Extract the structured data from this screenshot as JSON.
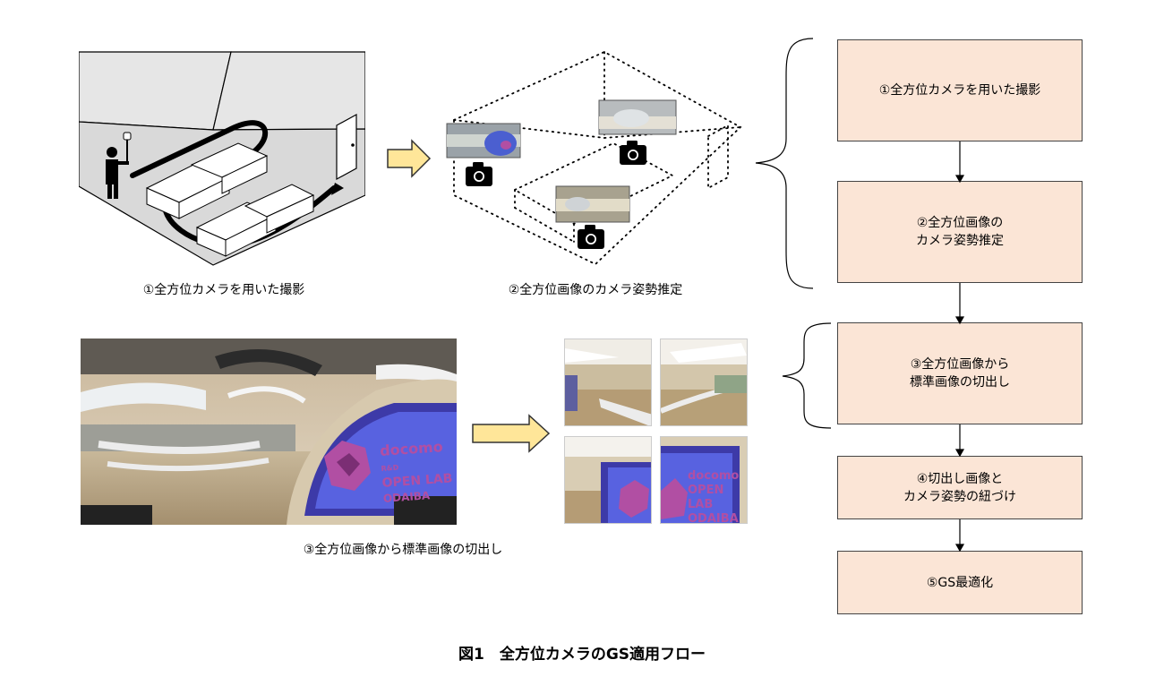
{
  "colors": {
    "step_fill": "#fbe5d6",
    "step_border": "#444444",
    "arrow_fill": "#ffe699",
    "arrow_stroke": "#333333",
    "panel_purple": "#b14fa3"
  },
  "captions": {
    "capture": "①全方位カメラを用いた撮影",
    "pose": "②全方位画像のカメラ姿勢推定",
    "crop": "③全方位画像から標準画像の切出し"
  },
  "steps": [
    {
      "label": "①全方位カメラを用いた撮影"
    },
    {
      "label": "②全方位画像の\nカメラ姿勢推定"
    },
    {
      "label": "③全方位画像から\n標準画像の切出し"
    },
    {
      "label": "④切出し画像と\nカメラ姿勢の紐づけ"
    },
    {
      "label": "⑤GS最適化"
    }
  ],
  "screen_text": {
    "line1": "docomo",
    "line1_suffix": "R&D",
    "line2": "OPEN LAB",
    "line3": "ODAIBA"
  },
  "figure_title": "図1　全方位カメラのGS適用フロー"
}
